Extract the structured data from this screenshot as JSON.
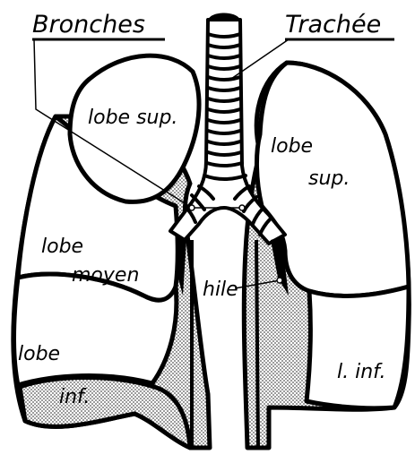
{
  "labels": {
    "bronches": "Bronches",
    "trachee": "Trachée",
    "right_lobe_sup": "lobe sup.",
    "left_lobe_word": "lobe",
    "left_lobe_sup": "sup.",
    "lobe_moyen_1": "lobe",
    "lobe_moyen_2": "moyen",
    "hile": "hile",
    "right_lobe_inf_1": "lobe",
    "right_lobe_inf_2": "inf.",
    "left_lobe_inf": "l. inf."
  },
  "colors": {
    "ink": "#000000",
    "paper": "#ffffff",
    "shade": "#c4c4c4"
  }
}
